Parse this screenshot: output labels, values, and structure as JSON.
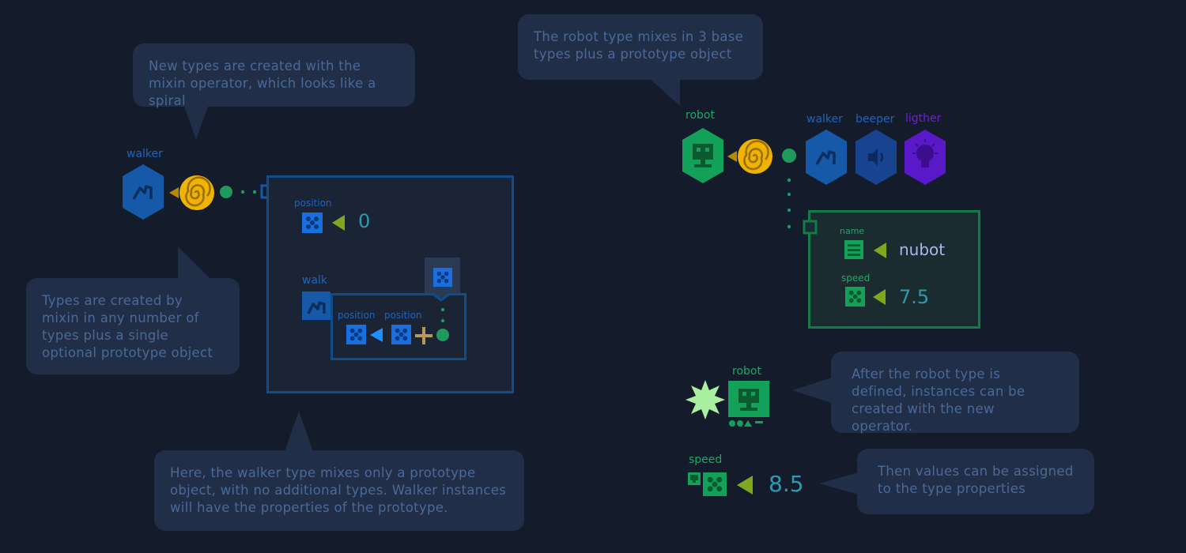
{
  "bubbles": {
    "mixin_operator": "New types are created with the mixin operator, which looks like a spiral",
    "types_mixin": "Types are created by mixin in any number of types plus a single optional prototype object",
    "walker_prototype": "Here, the walker type mixes only a prototype object, with no additional types. Walker instances will have the properties of the prototype.",
    "robot_mixes": "The robot type mixes in 3 base types plus a prototype object",
    "robot_instances": "After the robot type is defined, instances can be created with the new operator.",
    "assign_values": "Then values can be assigned to the type properties"
  },
  "walker_section": {
    "type_label": "walker",
    "position_label": "position",
    "position_value": "0",
    "walk_label": "walk",
    "inner_position_label_1": "position",
    "inner_position_label_2": "position"
  },
  "robot_section": {
    "type_label": "robot",
    "base_types": [
      "walker",
      "beeper",
      "ligther"
    ],
    "name_label": "name",
    "name_value": "nubot",
    "speed_label": "speed",
    "speed_value": "7.5"
  },
  "instance_section": {
    "type_label": "robot"
  },
  "assign_section": {
    "speed_label": "speed",
    "speed_value": "8.5"
  },
  "colors": {
    "background": "#141b2b",
    "bubble": "#212e47",
    "blue": "#1f64b8",
    "green": "#1fa865",
    "purple": "#6f1fd1",
    "spiral": "#f0b400",
    "light_green": "#a8f0a0"
  }
}
